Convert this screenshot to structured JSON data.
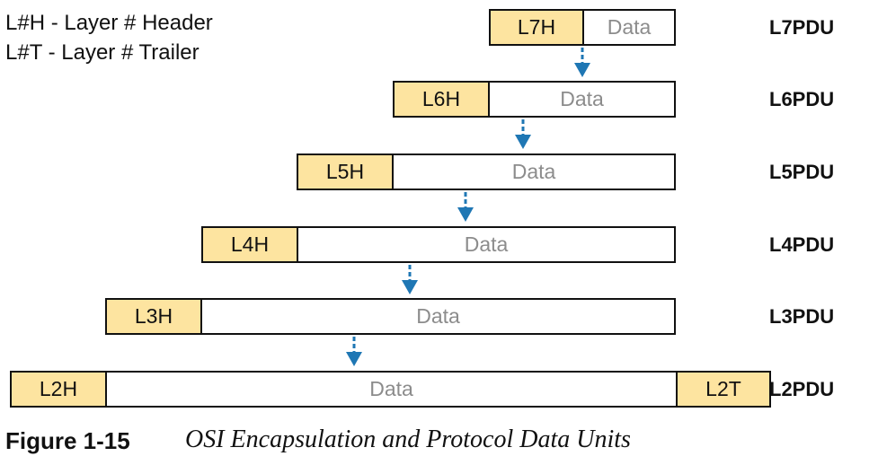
{
  "legend": {
    "header": "L#H - Layer # Header",
    "trailer": "L#T - Layer # Trailer"
  },
  "layers": [
    {
      "header": "L7H",
      "data": "Data",
      "pdu": "L7PDU"
    },
    {
      "header": "L6H",
      "data": "Data",
      "pdu": "L6PDU"
    },
    {
      "header": "L5H",
      "data": "Data",
      "pdu": "L5PDU"
    },
    {
      "header": "L4H",
      "data": "Data",
      "pdu": "L4PDU"
    },
    {
      "header": "L3H",
      "data": "Data",
      "pdu": "L3PDU"
    },
    {
      "header": "L2H",
      "data": "Data",
      "trailer": "L2T",
      "pdu": "L2PDU"
    }
  ],
  "caption": {
    "number": "Figure 1-15",
    "title": "OSI Encapsulation and Protocol Data Units"
  },
  "colors": {
    "header_fill": "#fde4a0",
    "arrow": "#1f77b4",
    "data_text": "#8c8c8c"
  }
}
